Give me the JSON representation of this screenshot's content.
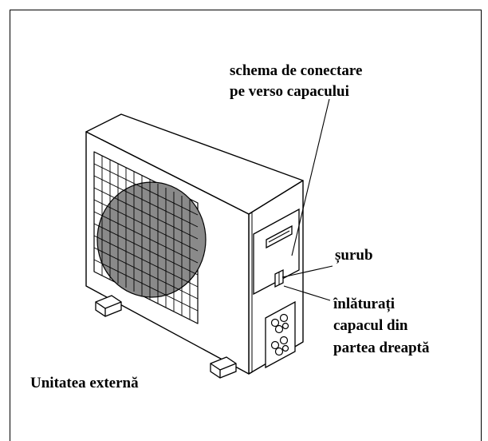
{
  "labels": {
    "wiring_diagram_line1": "schema de conectare",
    "wiring_diagram_line2": "pe verso capacului",
    "screw": "șurub",
    "remove_cover_line1": "înlăturați",
    "remove_cover_line2": "capacul din",
    "remove_cover_line3": "partea dreaptă",
    "unit_caption": "Unitatea externă"
  },
  "colors": {
    "line": "#000000",
    "fan_fill": "#8a8a8a",
    "background": "#ffffff"
  }
}
